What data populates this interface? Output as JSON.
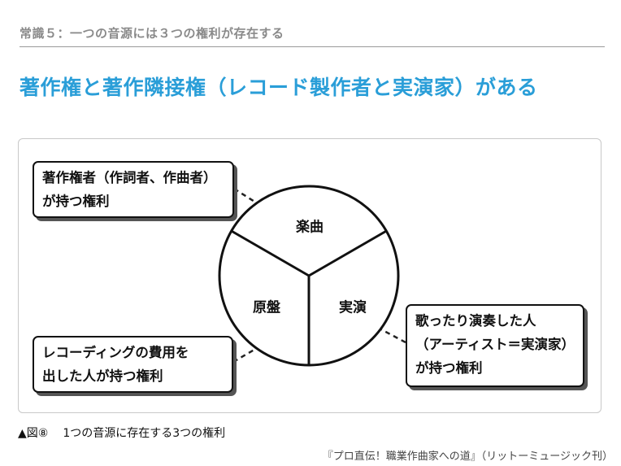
{
  "header": {
    "kicker": "常識５：一つの音源には３つの権利が存在する",
    "headline": "著作権と著作隣接権（レコード製作者と実演家）がある"
  },
  "diagram": {
    "segments": {
      "top": "楽曲",
      "left": "原盤",
      "right": "実演"
    },
    "callouts": {
      "composition": {
        "line1": "著作権者（作詞者、作曲者）",
        "line2": "が持つ権利"
      },
      "master": {
        "line1": "レコーディングの費用を",
        "line2": "出した人が持つ権利"
      },
      "performance": {
        "line1": "歌ったり演奏した人",
        "line2": "（アーティスト＝実演家）",
        "line3": "が持つ権利"
      }
    }
  },
  "caption": {
    "marker": "▲図⑧",
    "text": "1つの音源に存在する3つの権利"
  },
  "source": "『プロ直伝！職業作曲家への道』（リットーミュージック刊）"
}
